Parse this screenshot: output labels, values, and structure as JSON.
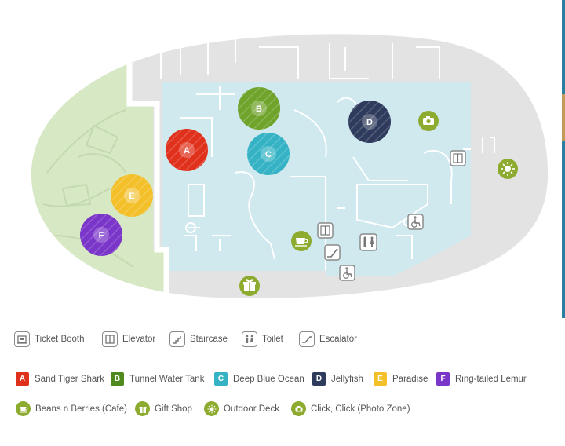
{
  "colors": {
    "attraction_A": "#e0311c",
    "attraction_B": "#6fa32b",
    "attraction_C": "#35b3c4",
    "attraction_D": "#2e3b5c",
    "attraction_E": "#f3c02a",
    "attraction_F": "#7a35c9",
    "amenity_green": "#8dab2f",
    "floor_light_blue": "#cfe9ef",
    "outer_grey": "#e3e3e3",
    "green_area": "#d7e8c4"
  },
  "map": {
    "attraction_markers": [
      {
        "letter": "A"
      },
      {
        "letter": "B"
      },
      {
        "letter": "C"
      },
      {
        "letter": "D"
      },
      {
        "letter": "E"
      },
      {
        "letter": "F"
      }
    ]
  },
  "legend": {
    "facilities": [
      {
        "icon": "ticket-booth-icon",
        "label": "Ticket Booth"
      },
      {
        "icon": "elevator-icon",
        "label": "Elevator"
      },
      {
        "icon": "staircase-icon",
        "label": "Staircase"
      },
      {
        "icon": "toilet-icon",
        "label": "Toilet"
      },
      {
        "icon": "escalator-icon",
        "label": "Escalator"
      }
    ],
    "attractions": [
      {
        "letter": "A",
        "label": "Sand Tiger Shark"
      },
      {
        "letter": "B",
        "label": "Tunnel Water Tank"
      },
      {
        "letter": "C",
        "label": "Deep Blue Ocean"
      },
      {
        "letter": "D",
        "label": "Jellyfish"
      },
      {
        "letter": "E",
        "label": "Paradise"
      },
      {
        "letter": "F",
        "label": "Ring-tailed Lemur"
      }
    ],
    "amenities": [
      {
        "icon": "cafe-icon",
        "label": "Beans n Berries (Cafe)"
      },
      {
        "icon": "gift-shop-icon",
        "label": "Gift Shop"
      },
      {
        "icon": "outdoor-deck-icon",
        "label": "Outdoor Deck"
      },
      {
        "icon": "camera-icon",
        "label": "Click, Click (Photo Zone)"
      }
    ]
  }
}
